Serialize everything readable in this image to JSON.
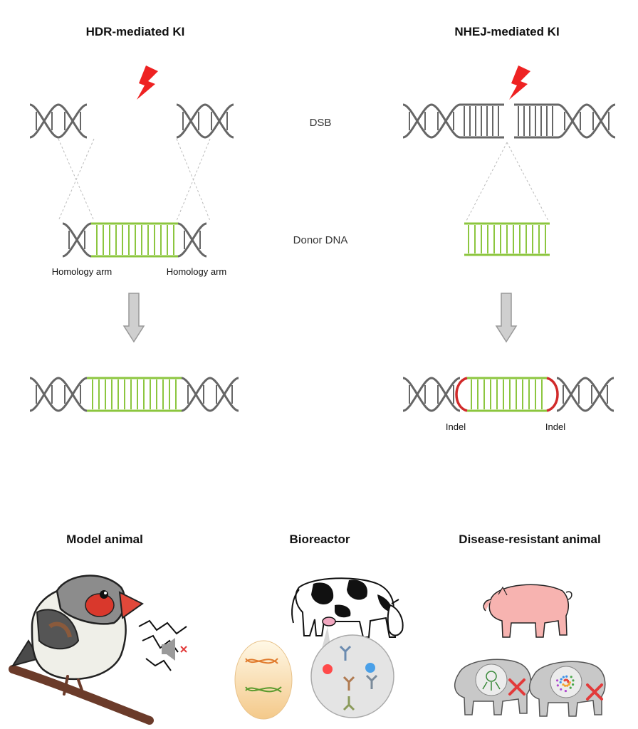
{
  "titles": {
    "hdr": "HDR-mediated KI",
    "nhej": "NHEJ-mediated KI",
    "model": "Model animal",
    "bioreactor": "Bioreactor",
    "disease": "Disease-resistant animal"
  },
  "labels": {
    "dsb": "DSB",
    "donor": "Donor DNA",
    "homology_left": "Homology arm",
    "homology_right": "Homology arm",
    "indel_left": "Indel",
    "indel_right": "Indel"
  },
  "colors": {
    "dna_gray": "#666666",
    "donor_green": "#8cc63f",
    "indel_red": "#d12a2a",
    "break_red": "#ee2222",
    "arrow_gray": "#cfcfcf"
  },
  "icons": {
    "break": "lightning-bolt-icon",
    "mute": "muted-speaker-icon",
    "reject": "red-x-icon"
  }
}
